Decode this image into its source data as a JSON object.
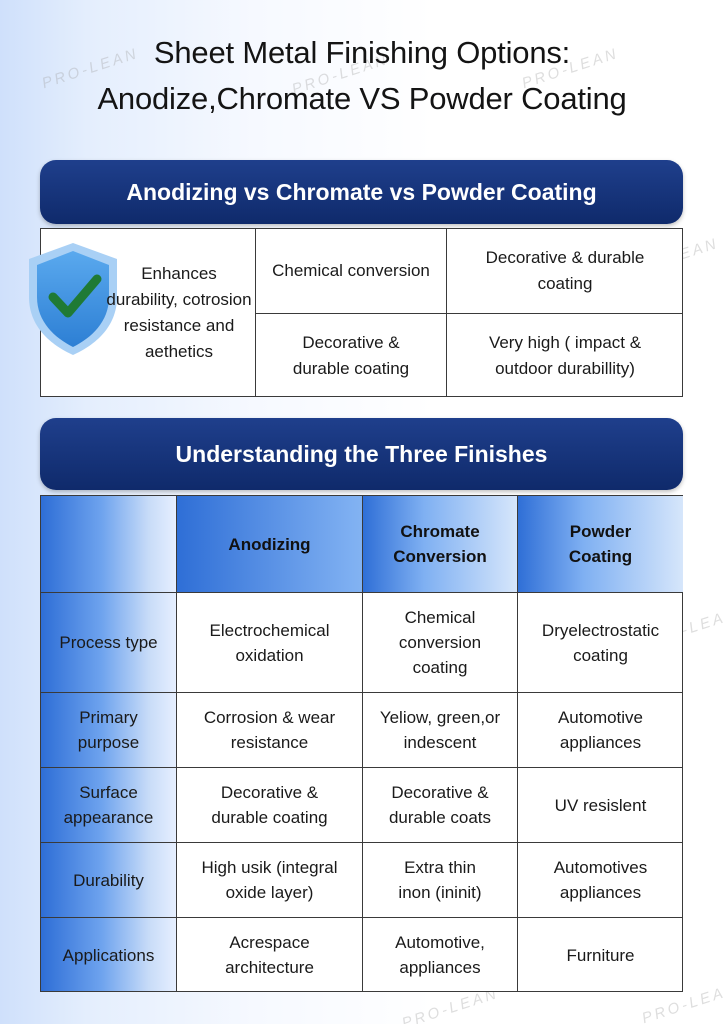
{
  "title": {
    "line1": "Sheet Metal Finishing Options:",
    "line2": "Anodize,Chromate VS Powder Coating"
  },
  "banner1": "Anodizing vs Chromate vs Powder Coating",
  "summary": {
    "left": "Enhances durability, cotrosion resistance and aethetics",
    "r1c1": "Chemical conversion",
    "r1c2": "Decorative & durable coating",
    "r2c1": "Decorative & durable  coating",
    "r2c2": "Very high ( impact & outdoor durabillity)"
  },
  "banner2": "Understanding the Three Finishes",
  "table": {
    "headers": [
      "",
      "Anodizing",
      "Chromate Conversion",
      "Powder Coating"
    ],
    "rows": [
      [
        "Process type",
        "Electrochemical oxidation",
        "Chemical conversion coating",
        "Dryelectrostatic coating"
      ],
      [
        "Primary purpose",
        "Corrosion & wear resistance",
        "Yeliow, green,or indescent",
        "Automotive appliances"
      ],
      [
        "Surface appearance",
        "Decorative & durable coating",
        "Decorative & durable coats",
        "UV resislent"
      ],
      [
        "Durability",
        "High usik (integral oxide layer)",
        "Extra thin inon (ininit)",
        "Automotives appliances"
      ],
      [
        "Applications",
        "Acrespace architecture",
        "Automotive, appliances",
        "Furniture"
      ]
    ]
  },
  "watermark": "PRO-LEAN",
  "colors": {
    "banner": "#15327a",
    "accent_blue": "#2e6ed6",
    "check_green": "#1f7a35"
  },
  "icons": {
    "shield": "shield-check-icon"
  }
}
